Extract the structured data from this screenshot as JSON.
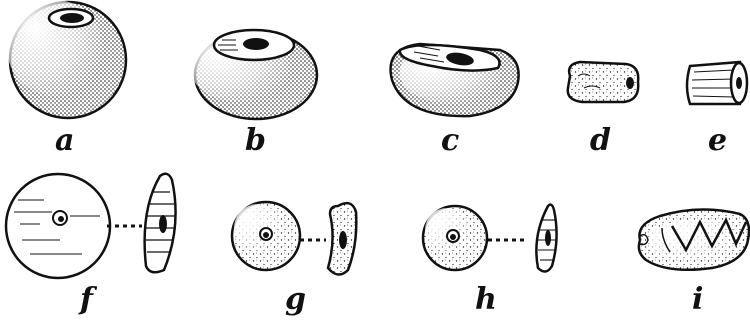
{
  "figure": {
    "labels": [
      "a",
      "b",
      "c",
      "d",
      "e",
      "f",
      "g",
      "h",
      "i"
    ]
  }
}
